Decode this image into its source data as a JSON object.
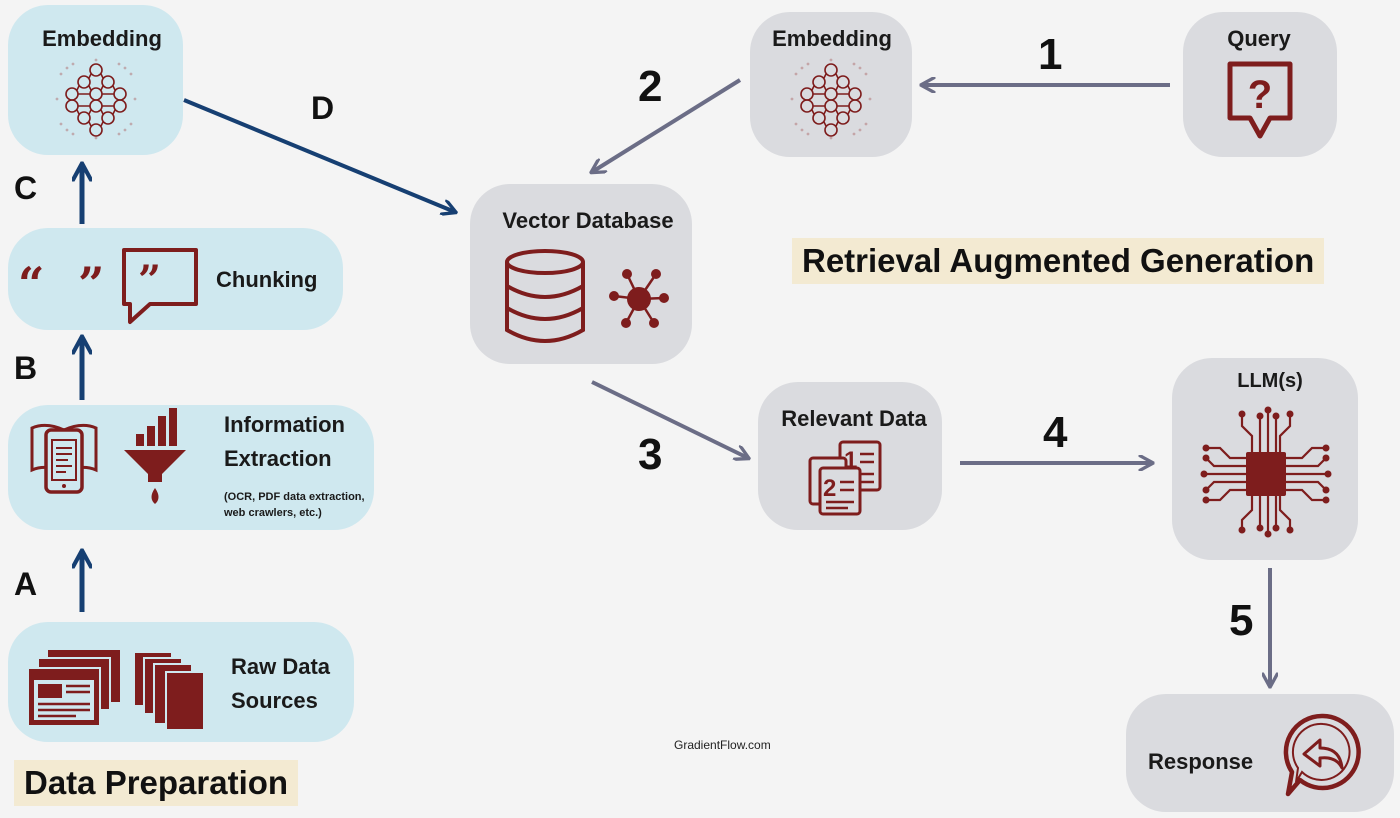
{
  "nodes": {
    "embedding_left": "Embedding",
    "chunking": "Chunking",
    "info_extraction_line1": "Information",
    "info_extraction_line2": "Extraction",
    "info_extraction_note_line1": "(OCR, PDF data extraction,",
    "info_extraction_note_line2": "web crawlers, etc.)",
    "raw_data_line1": "Raw Data",
    "raw_data_line2": "Sources",
    "vector_database": "Vector Database",
    "embedding_right": "Embedding",
    "query": "Query",
    "relevant_data": "Relevant Data",
    "llm": "LLM(s)",
    "response": "Response"
  },
  "titles": {
    "data_preparation": "Data Preparation",
    "rag": "Retrieval Augmented Generation"
  },
  "step_numbers": {
    "s1": "1",
    "s2": "2",
    "s3": "3",
    "s4": "4",
    "s5": "5"
  },
  "step_letters": {
    "a": "A",
    "b": "B",
    "c": "C",
    "d": "D"
  },
  "footer": "GradientFlow.com",
  "colors": {
    "prep_node": "#cfe8ef",
    "rag_node": "#dadbdf",
    "icon": "#7e1d1d",
    "prep_arrow": "#163f72",
    "rag_arrow": "#6b6d86",
    "title_bg": "#f3ead2"
  }
}
